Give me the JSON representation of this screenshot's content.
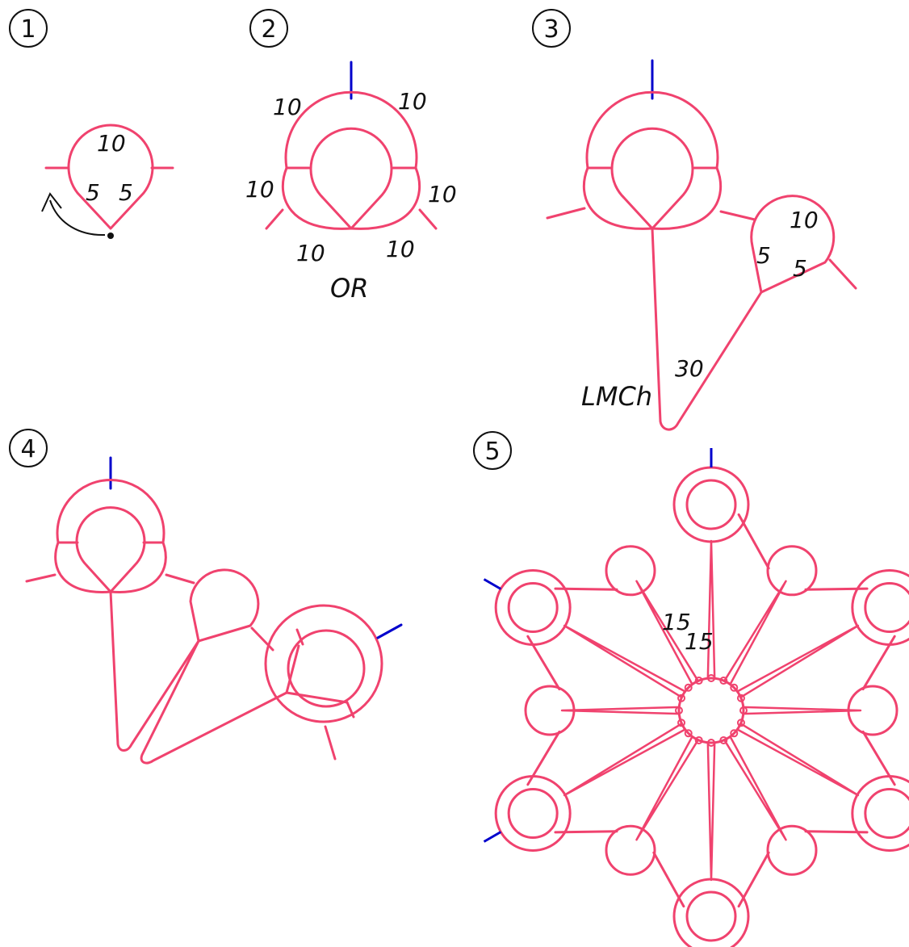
{
  "colors": {
    "thread": "#f0426e",
    "join": "#0000cc",
    "ink": "#111111"
  },
  "steps": [
    "1",
    "2",
    "3",
    "4",
    "5"
  ],
  "step1": {
    "top": "10",
    "left": "5",
    "right": "5"
  },
  "step2": {
    "tl": "10",
    "tr": "10",
    "ml": "10",
    "mr": "10",
    "bl": "10",
    "br": "10",
    "or": "OR"
  },
  "step3": {
    "ring_top": "10",
    "ring_left": "5",
    "ring_right": "5",
    "chain": "30",
    "lmch": "LMCh"
  },
  "step5": {
    "chain_a": "15",
    "chain_b": "15"
  },
  "icons": {
    "arrow": "curved-arrow-icon",
    "start": "start-dot-icon"
  }
}
